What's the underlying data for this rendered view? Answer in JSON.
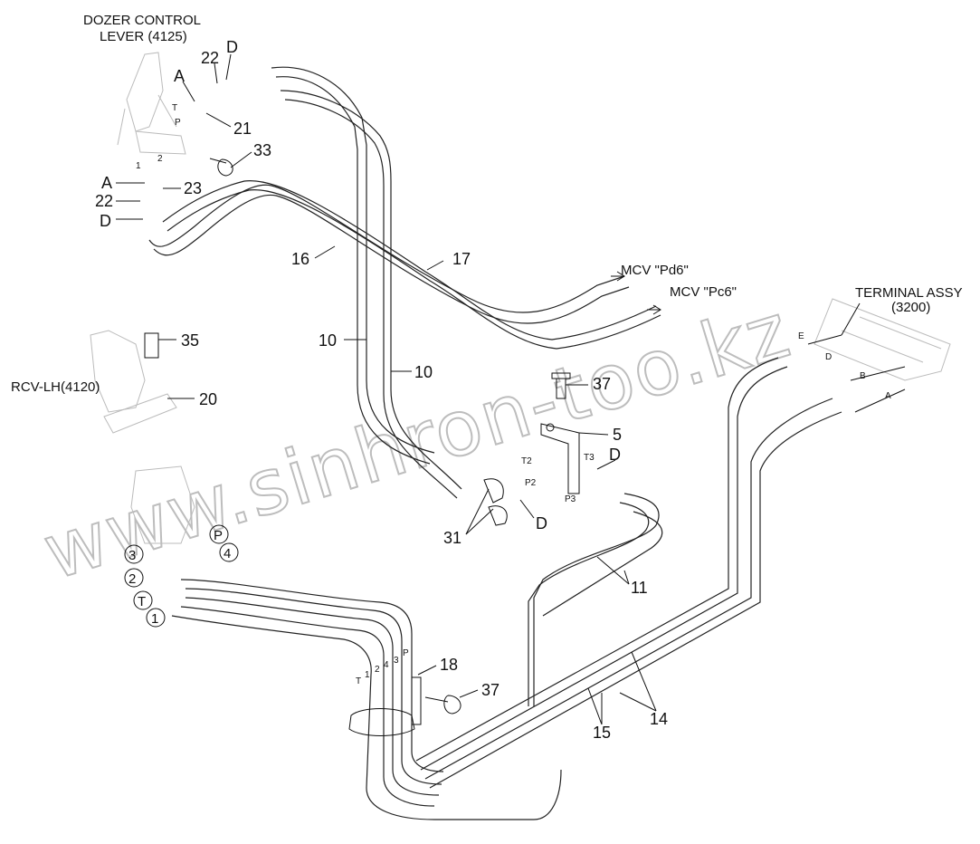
{
  "labels": {
    "dozer_lever_line1": "DOZER CONTROL",
    "dozer_lever_line2": "LEVER (4125)",
    "rcv_lh": "RCV-LH(4120)",
    "mcv_pd6": "MCV \"Pd6\"",
    "mcv_pc6": "MCV \"Pc6\"",
    "terminal_line1": "TERMINAL ASSY",
    "terminal_line2": "(3200)"
  },
  "callouts": {
    "n22a": "22",
    "nDa": "D",
    "nAa": "A",
    "n21": "21",
    "n33": "33",
    "nAb": "A",
    "n23": "23",
    "n22b": "22",
    "nDb": "D",
    "n16": "16",
    "n17": "17",
    "n10a": "10",
    "n10b": "10",
    "n35": "35",
    "n20": "20",
    "n37a": "37",
    "n5": "5",
    "nT2": "T2",
    "nT3": "T3",
    "nDc": "D",
    "nP2": "P2",
    "nP3": "P3",
    "nDd": "D",
    "n31": "31",
    "n11": "11",
    "n18": "18",
    "n37b": "37",
    "n15": "15",
    "n14": "14"
  },
  "port_marks": {
    "T": "T",
    "P": "P",
    "one": "1",
    "two": "2",
    "E": "E",
    "Dport": "D",
    "B": "B",
    "Aport": "A",
    "pipe_T": "T",
    "pipe_1": "1",
    "pipe_2": "2",
    "pipe_4": "4",
    "pipe_3": "3",
    "pipe_P": "P"
  },
  "circled": {
    "c3": "3",
    "c2": "2",
    "cT": "T",
    "c1": "1",
    "cP": "P",
    "c4": "4"
  },
  "watermark": "www.sinhron-too.kz"
}
